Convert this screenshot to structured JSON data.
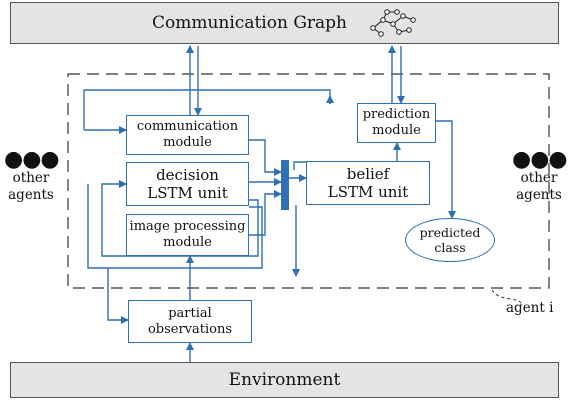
{
  "top_bar": {
    "label": "Communication Graph",
    "graph_icon": "network-graph-icon"
  },
  "bottom_bar": {
    "label": "Environment"
  },
  "modules": {
    "communication": [
      "communication",
      "module"
    ],
    "decision": [
      "decision",
      "LSTM unit"
    ],
    "image_processing": [
      "image processing",
      "module"
    ],
    "partial_observations": [
      "partial",
      "observations"
    ],
    "belief": [
      "belief",
      "LSTM unit"
    ],
    "prediction": [
      "prediction",
      "module"
    ],
    "predicted_class": [
      "predicted",
      "class"
    ]
  },
  "left_agents": {
    "dots": "●●●",
    "line1": "other",
    "line2": "agents"
  },
  "right_agents": {
    "dots": "●●●",
    "line1": "other",
    "line2": "agents"
  },
  "agent_label": "agent i",
  "colors": {
    "accent": "#2f6fb3",
    "bar_fill": "#e4e4e4",
    "border": "#555555"
  }
}
